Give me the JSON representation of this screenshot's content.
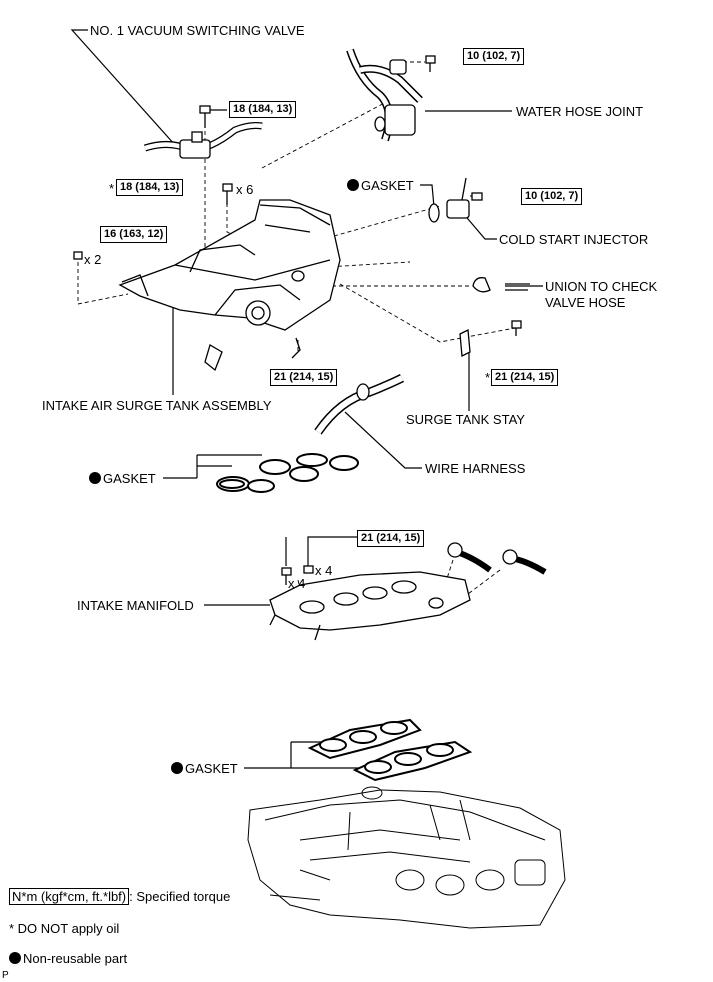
{
  "parts": {
    "vsv": "NO. 1 VACUUM SWITCHING VALVE",
    "water_hose_joint": "WATER HOSE JOINT",
    "gasket_injector": "GASKET",
    "cold_start_injector": "COLD START INJECTOR",
    "union_line1": "UNION TO CHECK",
    "union_line2": "VALVE HOSE",
    "surge_tank": "INTAKE AIR SURGE TANK ASSEMBLY",
    "surge_tank_stay": "SURGE TANK STAY",
    "wire_harness": "WIRE HARNESS",
    "gasket_surge": "GASKET",
    "intake_manifold": "INTAKE MANIFOLD",
    "gasket_manifold": "GASKET"
  },
  "torques": {
    "t1": "10 (102, 7)",
    "t2": "18 (184, 13)",
    "t3": "18 (184, 13)",
    "t4": "10 (102, 7)",
    "t5": "16 (163, 12)",
    "t6": "21 (214, 15)",
    "t7": "21 (214, 15)",
    "t8": "21 (214, 15)"
  },
  "marks": {
    "star": "*",
    "x6": "x 6",
    "x2": "x 2",
    "x4a": "x 4",
    "x4b": "x 4"
  },
  "legend": {
    "unit_box": "N*m (kgf*cm, ft.*lbf)",
    "unit_text": ": Specified torque",
    "no_oil": "* DO NOT apply oil",
    "non_reusable": "Non-reusable part"
  },
  "corner_mark": "P"
}
